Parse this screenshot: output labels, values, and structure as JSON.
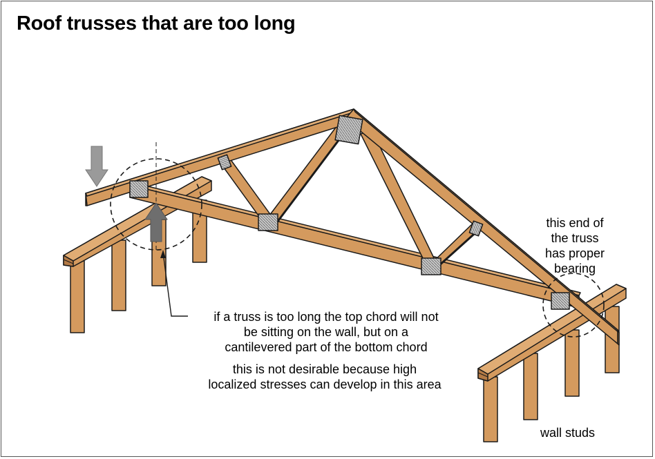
{
  "title": "Roof trusses that are too long",
  "labels": {
    "proper_bearing": [
      "this end of",
      "the truss",
      "has proper",
      "bearing"
    ],
    "too_long_note": [
      "if a truss is too long the top chord will not",
      "be sitting on the wall, but on a",
      "cantilevered part of the bottom chord"
    ],
    "not_desirable": [
      "this is not desirable because high",
      "localized stresses can develop in this area"
    ],
    "wall_studs": "wall studs"
  },
  "colors": {
    "wood": "#d49a5e",
    "wood_dark": "#b47a45",
    "outline": "#1a1a1a",
    "plate": "#bdbdbd",
    "arrow_down": "#9a9a9a",
    "arrow_up": "#6e6e6e"
  }
}
